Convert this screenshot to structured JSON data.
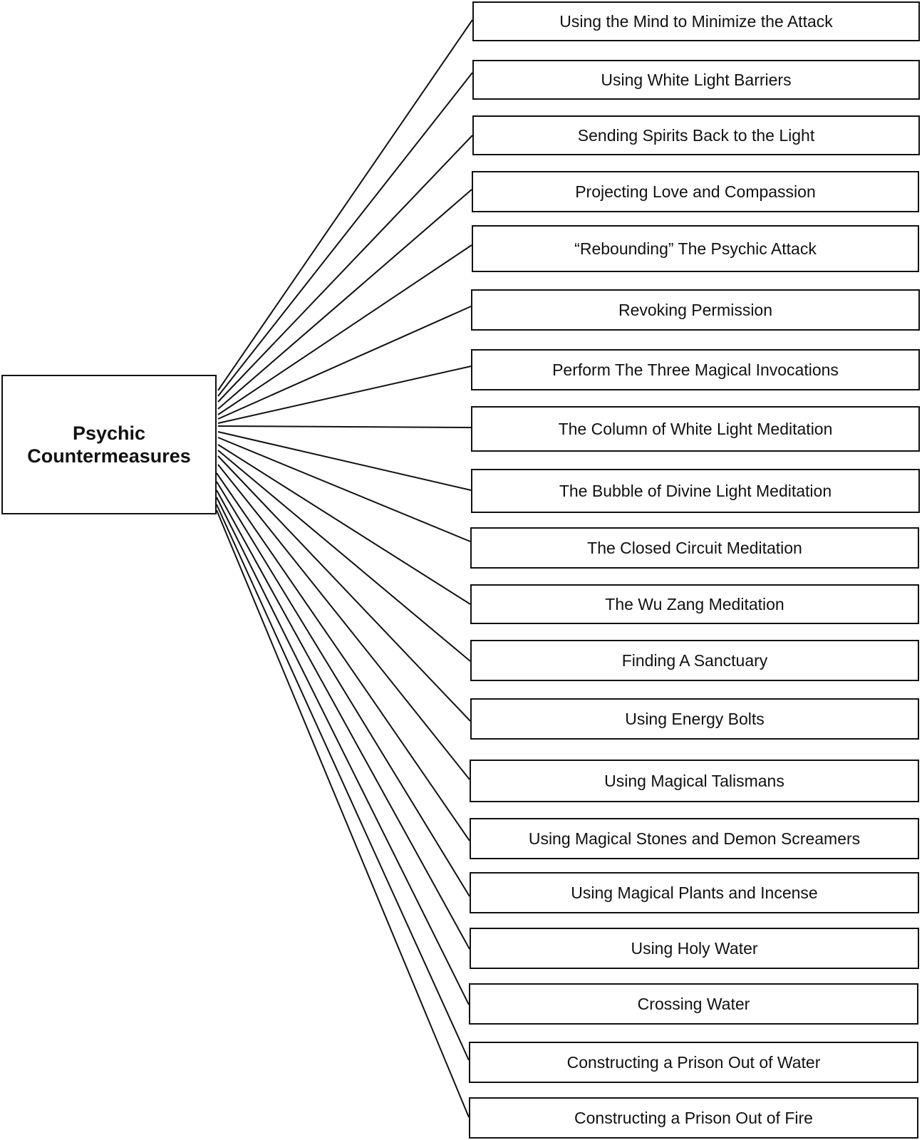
{
  "root": {
    "label": "Psychic\nCountermeasures"
  },
  "nodes": [
    {
      "label": "Using the Mind to Minimize the Attack"
    },
    {
      "label": "Using White Light Barriers"
    },
    {
      "label": "Sending Spirits Back to the Light"
    },
    {
      "label": "Projecting Love and Compassion"
    },
    {
      "label": "“Rebounding” The Psychic Attack"
    },
    {
      "label": "Revoking Permission"
    },
    {
      "label": "Perform The Three Magical Invocations"
    },
    {
      "label": "The Column of White Light Meditation"
    },
    {
      "label": "The Bubble of Divine Light Meditation"
    },
    {
      "label": "The Closed Circuit Meditation"
    },
    {
      "label": "The Wu Zang Meditation"
    },
    {
      "label": "Finding A Sanctuary"
    },
    {
      "label": "Using Energy Bolts"
    },
    {
      "label": "Using Magical Talismans"
    },
    {
      "label": "Using Magical Stones and Demon Screamers"
    },
    {
      "label": "Using Magical Plants and Incense"
    },
    {
      "label": "Using Holy Water"
    },
    {
      "label": "Crossing Water"
    },
    {
      "label": "Constructing a Prison Out of Water"
    },
    {
      "label": "Constructing a Prison Out of Fire"
    }
  ]
}
